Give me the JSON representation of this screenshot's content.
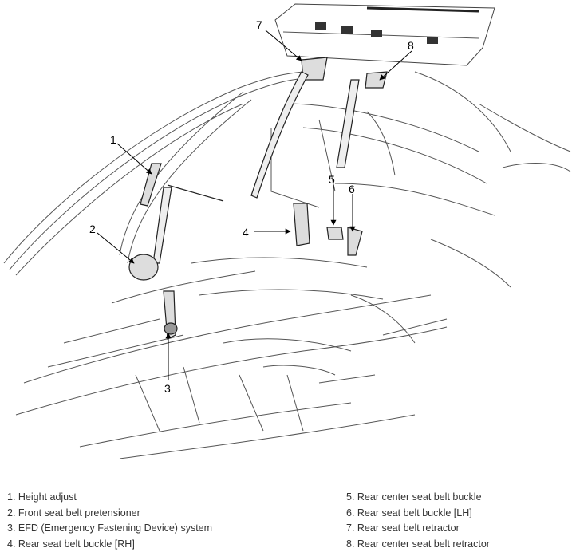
{
  "callouts": [
    "1",
    "2",
    "3",
    "4",
    "5",
    "6",
    "7",
    "8"
  ],
  "legend_left": [
    "1. Height adjust",
    "2. Front seat belt pretensioner",
    "3. EFD (Emergency Fastening Device) system",
    "4. Rear seat belt buckle [RH]"
  ],
  "legend_right": [
    "5. Rear center seat belt buckle",
    "6. Rear seat belt buckle [LH]",
    "7. Rear seat belt retractor",
    "8. Rear center seat belt retractor"
  ]
}
